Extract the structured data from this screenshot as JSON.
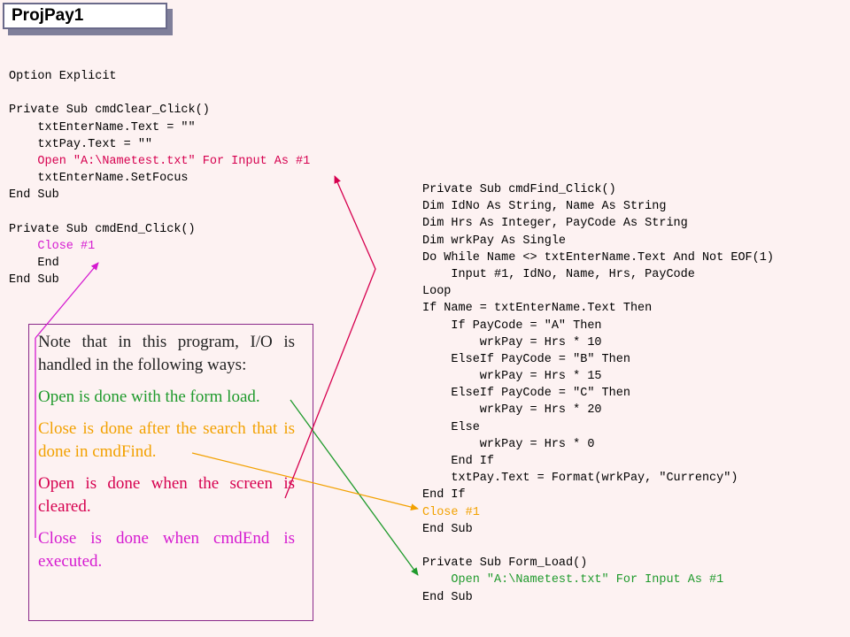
{
  "title": "ProjPay1",
  "left_code": [
    {
      "text": "Option Explicit",
      "color": "black"
    },
    {
      "text": "",
      "color": "black"
    },
    {
      "text": "Private Sub cmdClear_Click()",
      "color": "black"
    },
    {
      "text": "    txtEnterName.Text = \"\"",
      "color": "black"
    },
    {
      "text": "    txtPay.Text = \"\"",
      "color": "black"
    },
    {
      "text": "    Open \"A:\\Nametest.txt\" For Input As #1",
      "color": "red"
    },
    {
      "text": "    txtEnterName.SetFocus",
      "color": "black"
    },
    {
      "text": "End Sub",
      "color": "black"
    },
    {
      "text": "",
      "color": "black"
    },
    {
      "text": "Private Sub cmdEnd_Click()",
      "color": "black"
    },
    {
      "text": "    Close #1",
      "color": "magenta"
    },
    {
      "text": "    End",
      "color": "black"
    },
    {
      "text": "End Sub",
      "color": "black"
    }
  ],
  "right_code": [
    {
      "text": "Private Sub cmdFind_Click()",
      "color": "black"
    },
    {
      "text": "Dim IdNo As String, Name As String",
      "color": "black"
    },
    {
      "text": "Dim Hrs As Integer, PayCode As String",
      "color": "black"
    },
    {
      "text": "Dim wrkPay As Single",
      "color": "black"
    },
    {
      "text": "Do While Name <> txtEnterName.Text And Not EOF(1)",
      "color": "black"
    },
    {
      "text": "    Input #1, IdNo, Name, Hrs, PayCode",
      "color": "black"
    },
    {
      "text": "Loop",
      "color": "black"
    },
    {
      "text": "If Name = txtEnterName.Text Then",
      "color": "black"
    },
    {
      "text": "    If PayCode = \"A\" Then",
      "color": "black"
    },
    {
      "text": "        wrkPay = Hrs * 10",
      "color": "black"
    },
    {
      "text": "    ElseIf PayCode = \"B\" Then",
      "color": "black"
    },
    {
      "text": "        wrkPay = Hrs * 15",
      "color": "black"
    },
    {
      "text": "    ElseIf PayCode = \"C\" Then",
      "color": "black"
    },
    {
      "text": "        wrkPay = Hrs * 20",
      "color": "black"
    },
    {
      "text": "    Else",
      "color": "black"
    },
    {
      "text": "        wrkPay = Hrs * 0",
      "color": "black"
    },
    {
      "text": "    End If",
      "color": "black"
    },
    {
      "text": "    txtPay.Text = Format(wrkPay, \"Currency\")",
      "color": "black"
    },
    {
      "text": "End If",
      "color": "black"
    },
    {
      "text": "Close #1",
      "color": "orange"
    },
    {
      "text": "End Sub",
      "color": "black"
    },
    {
      "text": "",
      "color": "black"
    },
    {
      "text": "Private Sub Form_Load()",
      "color": "black"
    },
    {
      "text": "    Open \"A:\\Nametest.txt\" For Input As #1",
      "color": "green"
    },
    {
      "text": "End Sub",
      "color": "black"
    }
  ],
  "note": {
    "intro": "Note that in this program, I/O is handled in the following ways:",
    "open_load": "Open is done with the form load.",
    "close_find": "Close is done after the search that is done in cmdFind.",
    "open_clear": "Open is done when the screen is cleared.",
    "close_end": "Close is done when cmdEnd is executed."
  },
  "colors": {
    "red": "#d6004f",
    "orange": "#f2a100",
    "green": "#1f9a2c",
    "magenta": "#d51ad0",
    "background": "#fdf2f2"
  }
}
